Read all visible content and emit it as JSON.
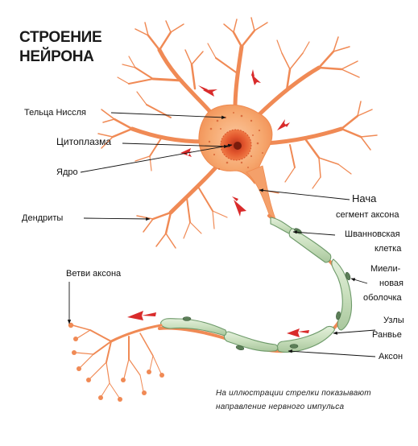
{
  "title": {
    "line1": "СТРОЕНИЕ",
    "line2": "НЕЙРОНА"
  },
  "labels": {
    "nissl": "Тельца Ниссля",
    "cytoplasm": "Цитоплазма",
    "nucleus": "Ядро",
    "dendrites": "Дендриты",
    "axon_branches": "Ветви аксона",
    "initial_segment_1": "Нача",
    "initial_segment_2": "сегмент аксона",
    "schwann_1": "Шванновская",
    "schwann_2": "клетка",
    "myelin_1": "Миели-",
    "myelin_2": "новая",
    "myelin_3": "оболочка",
    "ranvier_1": "Узлы",
    "ranvier_2": "Ранвье",
    "axon": "Аксон"
  },
  "caption": {
    "line1": "На иллюстрации стрелки показывают",
    "line2": "направление нервного импульса"
  },
  "colors": {
    "cell_body": "#f5a672",
    "dendrite": "#f08a55",
    "nucleus": "#e0552b",
    "myelin": "#cfe3c4",
    "myelin_edge": "#6e9a6a",
    "arrow": "#d92b2b"
  }
}
